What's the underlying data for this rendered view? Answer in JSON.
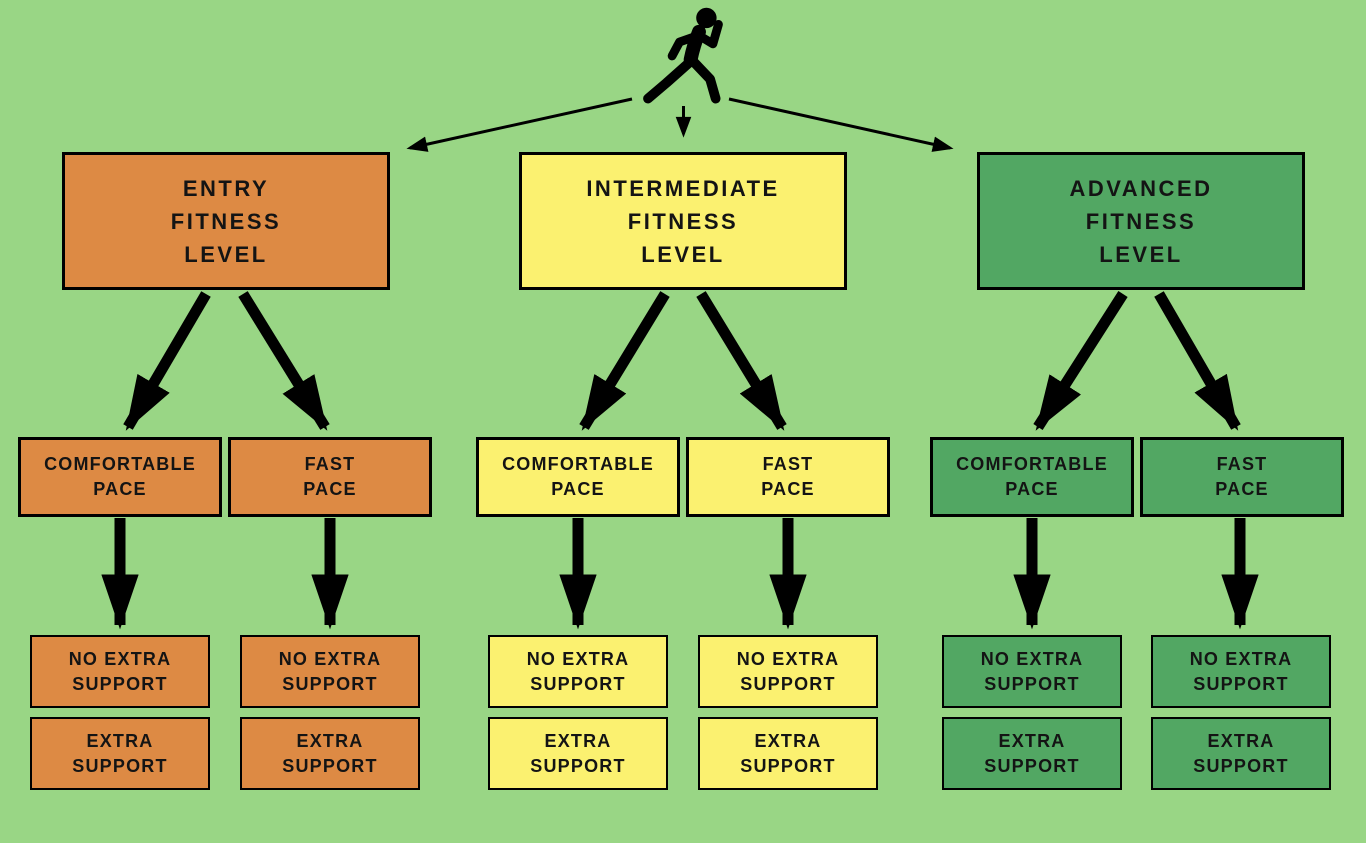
{
  "background_color": "#99D685",
  "colors": {
    "entry": "#DD8A44",
    "intermediate": "#FBF170",
    "advanced": "#52A763",
    "outline": "#000000",
    "arrows": "#000000",
    "text": "#141414"
  },
  "runner": {
    "icon": "runner-icon"
  },
  "columns": [
    {
      "id": "entry",
      "title": "ENTRY\nFITNESS\nLEVEL",
      "paces": [
        {
          "label": "COMFORTABLE\nPACE",
          "supports": [
            "NO EXTRA\nSUPPORT",
            "EXTRA\nSUPPORT"
          ]
        },
        {
          "label": "FAST\nPACE",
          "supports": [
            "NO EXTRA\nSUPPORT",
            "EXTRA\nSUPPORT"
          ]
        }
      ]
    },
    {
      "id": "intermediate",
      "title": "INTERMEDIATE\nFITNESS\nLEVEL",
      "paces": [
        {
          "label": "COMFORTABLE\nPACE",
          "supports": [
            "NO EXTRA\nSUPPORT",
            "EXTRA\nSUPPORT"
          ]
        },
        {
          "label": "FAST\nPACE",
          "supports": [
            "NO EXTRA\nSUPPORT",
            "EXTRA\nSUPPORT"
          ]
        }
      ]
    },
    {
      "id": "advanced",
      "title": "ADVANCED\nFITNESS\nLEVEL",
      "paces": [
        {
          "label": "COMFORTABLE\nPACE",
          "supports": [
            "NO EXTRA\nSUPPORT",
            "EXTRA\nSUPPORT"
          ]
        },
        {
          "label": "FAST\nPACE",
          "supports": [
            "NO EXTRA\nSUPPORT",
            "EXTRA\nSUPPORT"
          ]
        }
      ]
    }
  ]
}
